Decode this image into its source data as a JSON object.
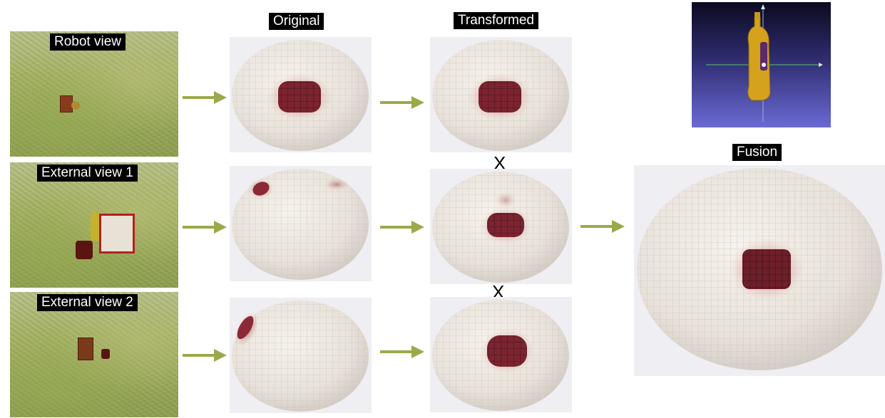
{
  "labels": {
    "robot_view": "Robot view",
    "external_view_1": "External view 1",
    "external_view_2": "External view 2",
    "original": "Original",
    "transformed": "Transformed",
    "fusion": "Fusion"
  },
  "operators": {
    "multiply_1": "X",
    "multiply_2": "X"
  },
  "colors": {
    "arrow": "#9aaa4a",
    "label_bg": "#000000",
    "label_text": "#ffffff",
    "heat_core": "#6e1f2a",
    "heat_mid": "#b8444c",
    "heat_outer": "#e4a8a0",
    "sphere": "#ece7e0",
    "grid": "#cfc8c2"
  },
  "icons": [
    "right-arrow-icon",
    "multiply-icon",
    "sphere-heatmap-icon",
    "bottle-3d-icon"
  ]
}
